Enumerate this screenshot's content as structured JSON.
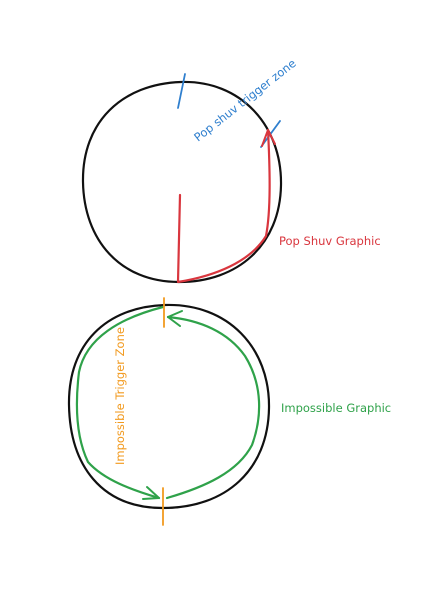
{
  "colors": {
    "outline": "#111111",
    "pop_shuv": "#d9363e",
    "trigger_blue": "#2f7fce",
    "impossible": "#2fa24a",
    "trigger_orange": "#f29a1f"
  },
  "diagrams": [
    {
      "id": "pop-shuv",
      "labels": {
        "trigger_zone": "Pop shuv trigger zone",
        "graphic": "Pop Shuv Graphic"
      }
    },
    {
      "id": "impossible",
      "labels": {
        "trigger_zone": "Impossible Trigger Zone",
        "graphic": "Impossible Graphic"
      }
    }
  ]
}
